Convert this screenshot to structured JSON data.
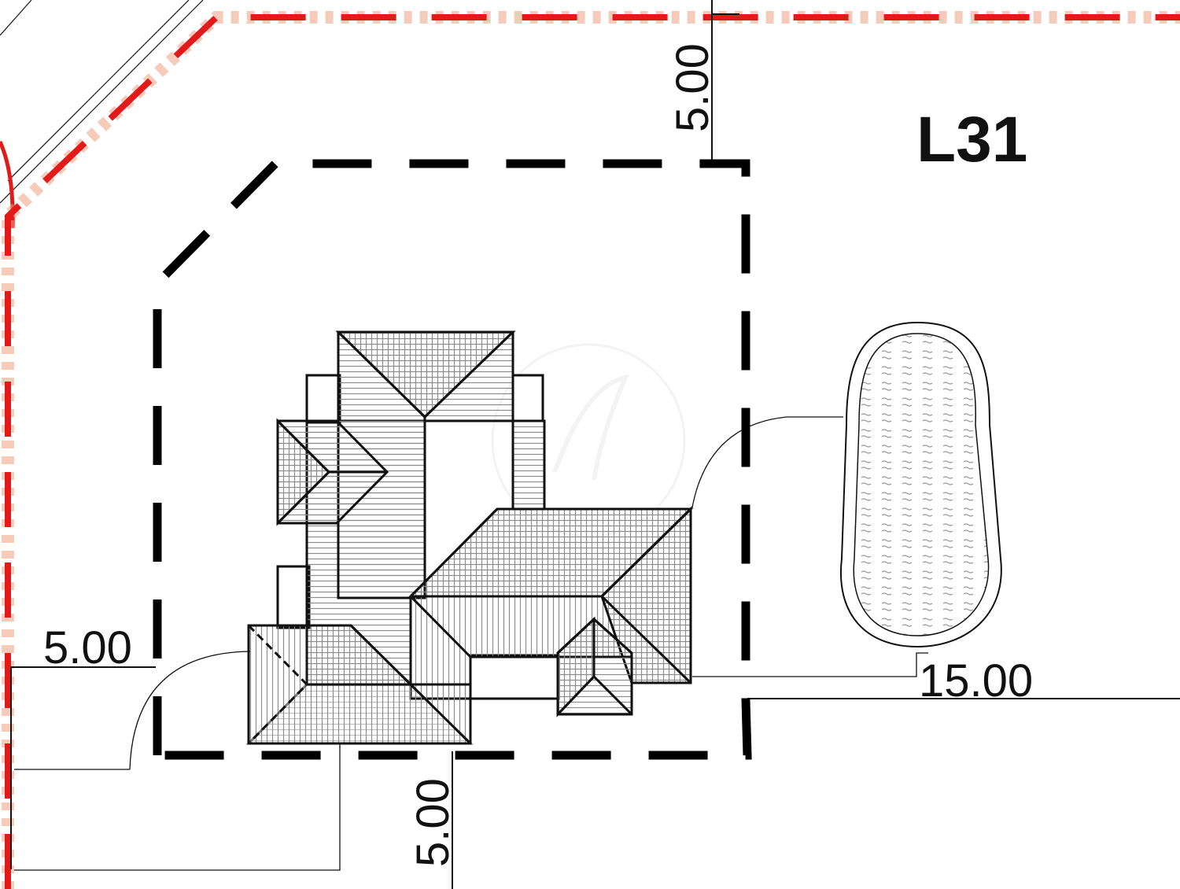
{
  "lot": {
    "label": "L31"
  },
  "dimensions": {
    "top": "5.00",
    "left": "5.00",
    "bottom": "5.00",
    "right": "15.00"
  },
  "colors": {
    "boundary": "#e21a1a",
    "boundary_hatch": "#f0a080",
    "envelope": "#000000",
    "line": "#111111",
    "hatch": "#8c8c8c",
    "pool_fill": "#f4f4f4",
    "watermark": "#ececec"
  }
}
